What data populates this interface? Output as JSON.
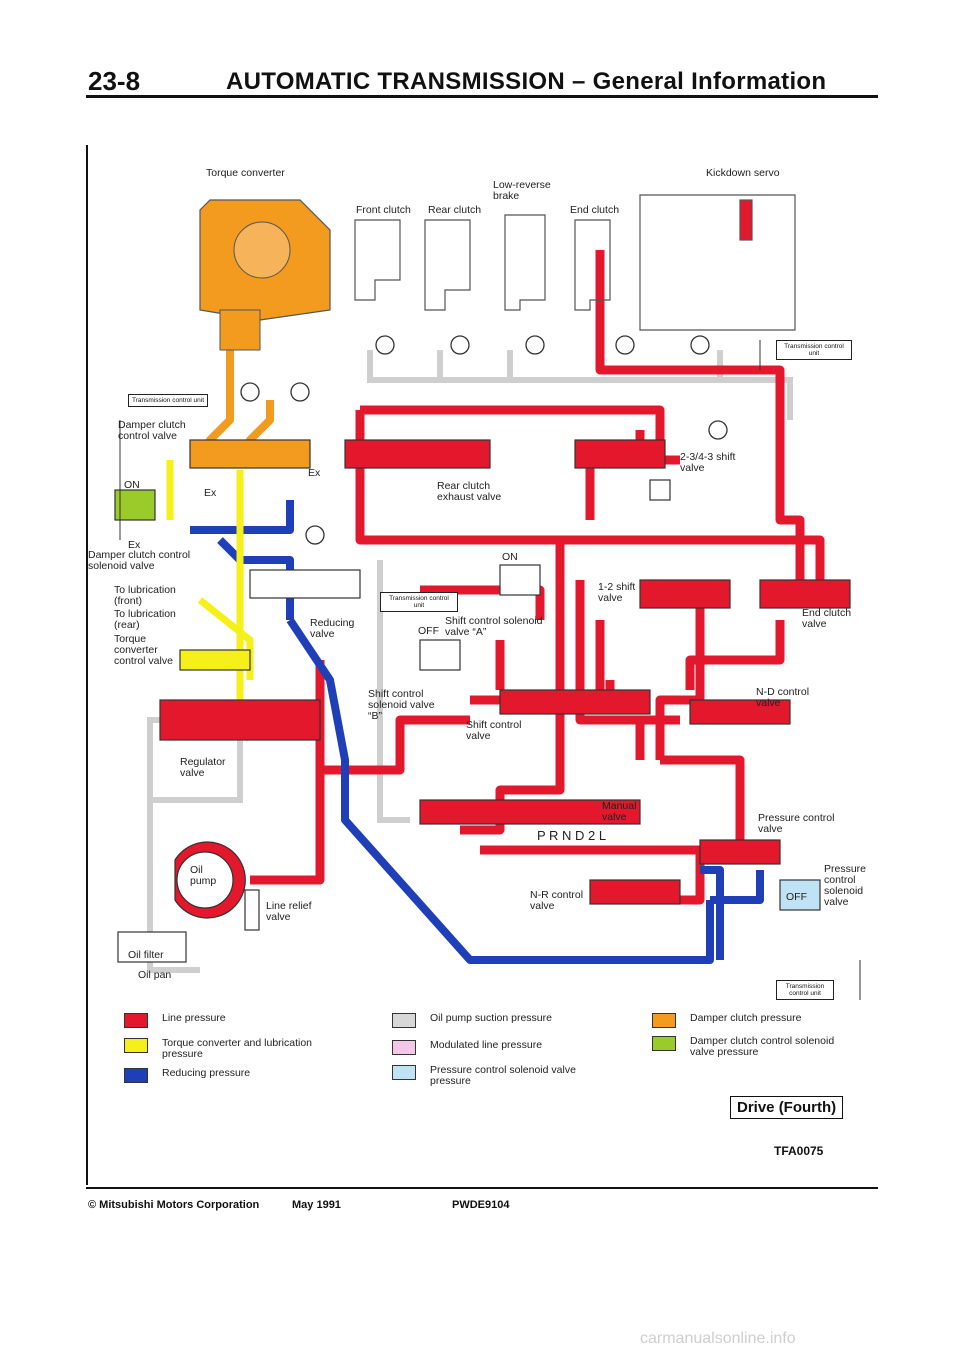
{
  "header": {
    "page_number": "23-8",
    "title": "AUTOMATIC TRANSMISSION – General Information"
  },
  "labels": {
    "torque_converter": "Torque converter",
    "front_clutch": "Front clutch",
    "rear_clutch": "Rear clutch",
    "low_reverse_brake": "Low-reverse brake",
    "end_clutch": "End clutch",
    "kickdown_servo": "Kickdown servo",
    "tcu": "Transmission control unit",
    "damper_clutch_control_valve": "Damper clutch control valve",
    "on": "ON",
    "ex": "Ex",
    "damper_clutch_control_solenoid_valve": "Damper clutch control solenoid valve",
    "to_lubrication_front": "To lubrication (front)",
    "to_lubrication_rear": "To lubrication (rear)",
    "torque_converter_control_valve": "Torque converter control valve",
    "reducing_valve": "Reducing valve",
    "rear_clutch_exhaust_valve": "Rear clutch exhaust valve",
    "shift_234_3": "2-3/4-3 shift valve",
    "shift_12": "1-2 shift valve",
    "end_clutch_valve": "End clutch valve",
    "shift_control_solenoid_a": "Shift control solenoid valve “A”",
    "off": "OFF",
    "shift_control_solenoid_b": "Shift control solenoid valve “B”",
    "shift_control_valve": "Shift control valve",
    "nd_control_valve": "N-D control valve",
    "regulator_valve": "Regulator valve",
    "manual_valve": "Manual valve",
    "prnd2l": "P R N D 2 L",
    "pressure_control_valve": "Pressure control valve",
    "pressure_control_solenoid_valve": "Pressure control solenoid valve",
    "oil_pump": "Oil pump",
    "line_relief_valve": "Line relief valve",
    "nr_control_valve": "N-R control valve",
    "oil_filter": "Oil filter",
    "oil_pan": "Oil pan",
    "tcu_unit": "Transmission control unit"
  },
  "legend": [
    {
      "label": "Line pressure",
      "color": "#e3182c"
    },
    {
      "label": "Torque converter and lubrication pressure",
      "color": "#f5ef1a"
    },
    {
      "label": "Reducing pressure",
      "color": "#1f3fb8"
    },
    {
      "label": "Oil pump suction pressure",
      "color": "#d8d8d8"
    },
    {
      "label": "Modulated line pressure",
      "color": "#f2c8e6"
    },
    {
      "label": "Pressure control solenoid valve pressure",
      "color": "#bfe3f5"
    },
    {
      "label": "Damper clutch pressure",
      "color": "#f39b1e"
    },
    {
      "label": "Damper clutch control solenoid valve pressure",
      "color": "#9acb2a"
    }
  ],
  "mode": "Drive (Fourth)",
  "figure_code": "TFA0075",
  "footer": {
    "copyright": "© Mitsubishi Motors Corporation",
    "date": "May 1991",
    "doc_code": "PWDE9104"
  },
  "watermark": "carmanualsonline.info",
  "colors": {
    "line": "#e3182c",
    "lube": "#f5ef1a",
    "reducing": "#1f3fb8",
    "suction": "#d8d8d8",
    "damper": "#f39b1e",
    "damper_sol": "#9acb2a"
  }
}
